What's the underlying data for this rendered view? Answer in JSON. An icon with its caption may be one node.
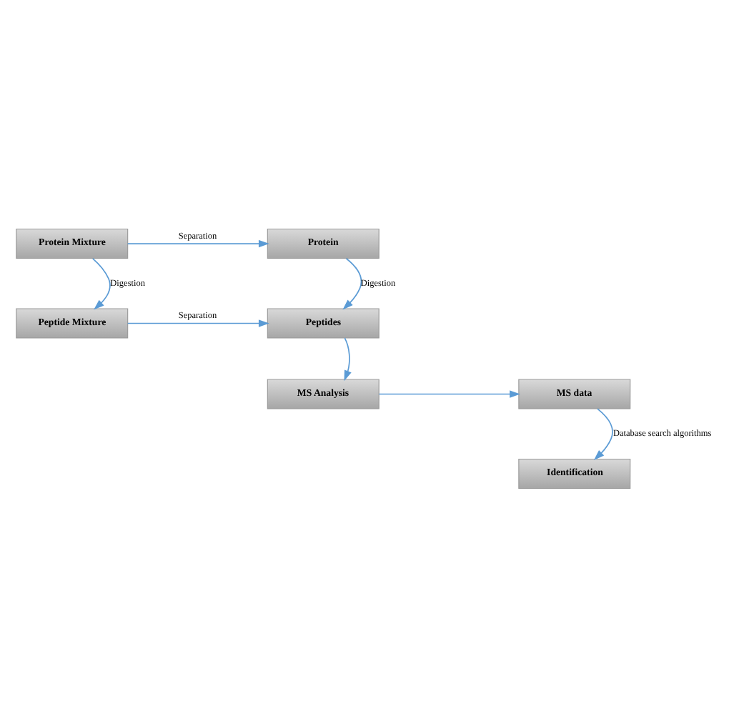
{
  "diagram": {
    "nodes": [
      {
        "text": [
          "Protein Mixture"
        ]
      },
      {
        "text": [
          "Protein"
        ]
      },
      {
        "text": [
          "Peptide Mixture"
        ]
      },
      {
        "text": [
          "Peptides"
        ]
      },
      {
        "text": [
          "MS data"
        ]
      },
      {
        "text": [
          "MS Analysis"
        ]
      },
      {
        "text": [
          "Identification"
        ]
      }
    ],
    "edges": [
      {
        "from": 0,
        "to": 1,
        "arrow": "to",
        "label": "Separation"
      },
      {
        "from": 0,
        "to": 2,
        "arrow": "to",
        "label": "Digestion"
      },
      {
        "from": 1,
        "to": 3,
        "arrow": "to",
        "label": "Digestion"
      },
      {
        "from": 2,
        "to": 3,
        "arrow": "to",
        "label": "Separation"
      },
      {
        "from": 3,
        "to": 5,
        "arrow": "to"
      },
      {
        "from": 5,
        "to": 4,
        "arrow": "to"
      },
      {
        "from": 4,
        "to": 6,
        "arrow": "to",
        "label": "Database search algorithms"
      }
    ]
  }
}
